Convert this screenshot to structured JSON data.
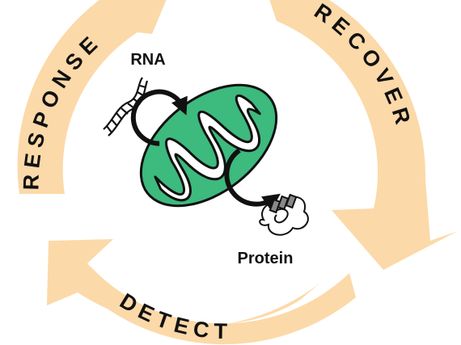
{
  "cycle": {
    "stages": {
      "response": "RESPONSE",
      "recover": "RECOVER",
      "detect": "DETECT"
    }
  },
  "labels": {
    "rna": "RNA",
    "protein": "Protein"
  },
  "colors": {
    "arrow_fill": "#fcd9a8",
    "mitochondrion_fill": "#3dba7e",
    "outline": "#111111",
    "background": "#ffffff"
  },
  "icons": [
    "rna-strand-icon",
    "mitochondrion-icon",
    "cycle-arrow-icon",
    "protein-icon"
  ]
}
